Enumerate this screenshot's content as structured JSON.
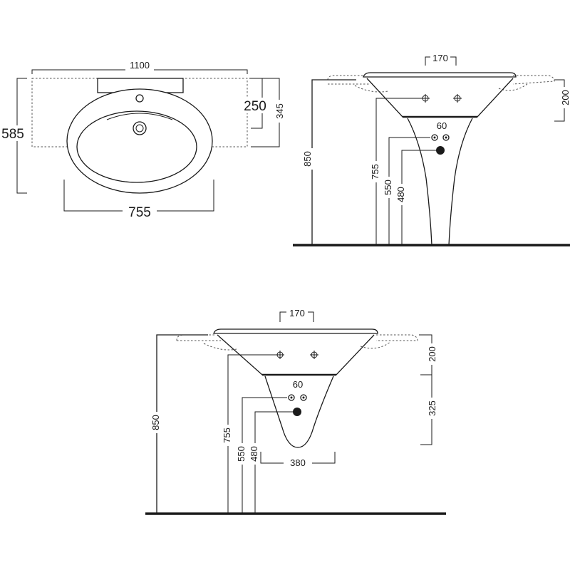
{
  "top_view": {
    "width_1100": "1100",
    "depth_585": "585",
    "basin_width_755": "755",
    "dim_250": "250",
    "dim_345": "345"
  },
  "side_view": {
    "dim_170": "170",
    "dim_200": "200",
    "height_850": "850",
    "dim_755": "755",
    "dim_550": "550",
    "dim_480": "480",
    "dim_60": "60"
  },
  "front_view": {
    "dim_170": "170",
    "dim_200": "200",
    "dim_325": "325",
    "height_850": "850",
    "dim_755": "755",
    "dim_550": "550",
    "dim_480": "480",
    "dim_60": "60",
    "dim_380": "380"
  }
}
